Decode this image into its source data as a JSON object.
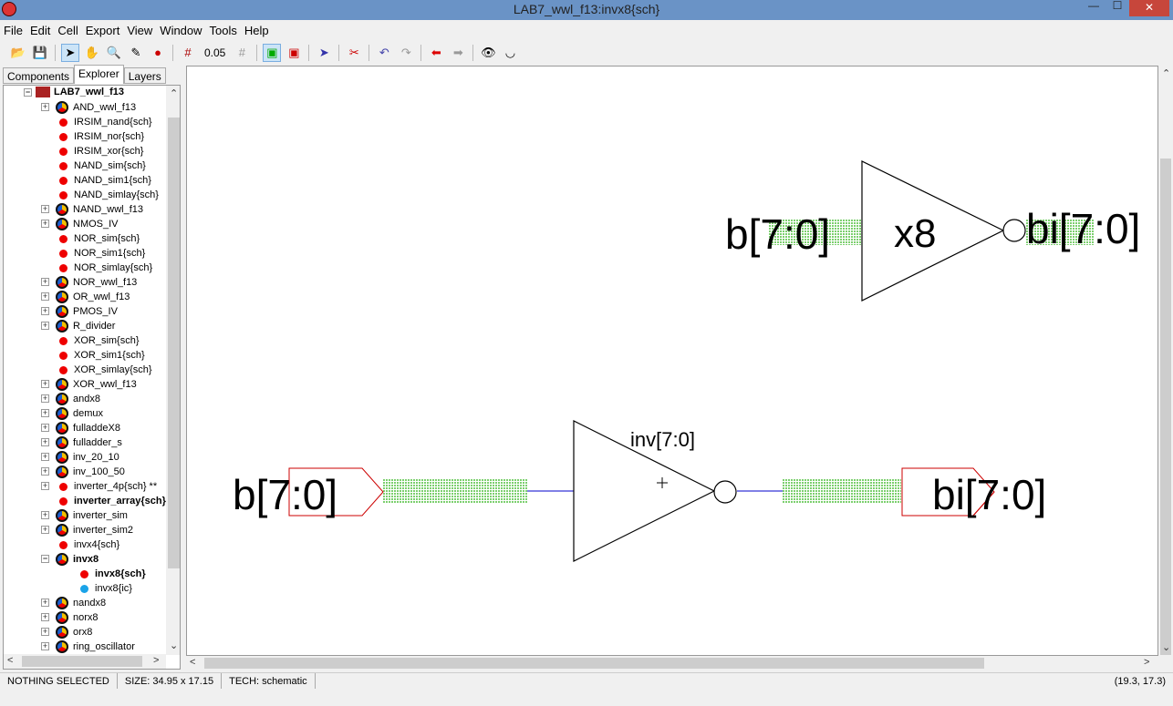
{
  "window": {
    "title": "LAB7_wwl_f13:invx8{sch}",
    "minimize": "—",
    "maximize": "☐",
    "close": "✕"
  },
  "menu": [
    "File",
    "Edit",
    "Cell",
    "Export",
    "View",
    "Window",
    "Tools",
    "Help"
  ],
  "toolbar": {
    "grid_value": "0.05"
  },
  "tabs": [
    "Components",
    "Explorer",
    "Layers"
  ],
  "tree": {
    "root": "LAB7_wwl_f13",
    "items": [
      {
        "label": "AND_wwl_f13",
        "type": "lib",
        "expand": true
      },
      {
        "label": "IRSIM_nand{sch}",
        "type": "sch"
      },
      {
        "label": "IRSIM_nor{sch}",
        "type": "sch"
      },
      {
        "label": "IRSIM_xor{sch}",
        "type": "sch"
      },
      {
        "label": "NAND_sim{sch}",
        "type": "sch"
      },
      {
        "label": "NAND_sim1{sch}",
        "type": "sch"
      },
      {
        "label": "NAND_simlay{sch}",
        "type": "sch"
      },
      {
        "label": "NAND_wwl_f13",
        "type": "lib",
        "expand": true
      },
      {
        "label": "NMOS_IV",
        "type": "lib",
        "expand": true
      },
      {
        "label": "NOR_sim{sch}",
        "type": "sch"
      },
      {
        "label": "NOR_sim1{sch}",
        "type": "sch"
      },
      {
        "label": "NOR_simlay{sch}",
        "type": "sch"
      },
      {
        "label": "NOR_wwl_f13",
        "type": "lib",
        "expand": true
      },
      {
        "label": "OR_wwl_f13",
        "type": "lib",
        "expand": true
      },
      {
        "label": "PMOS_IV",
        "type": "lib",
        "expand": true
      },
      {
        "label": "R_divider",
        "type": "lib",
        "expand": true
      },
      {
        "label": "XOR_sim{sch}",
        "type": "sch"
      },
      {
        "label": "XOR_sim1{sch}",
        "type": "sch"
      },
      {
        "label": "XOR_simlay{sch}",
        "type": "sch"
      },
      {
        "label": "XOR_wwl_f13",
        "type": "lib",
        "expand": true
      },
      {
        "label": "andx8",
        "type": "lib",
        "expand": true
      },
      {
        "label": "demux",
        "type": "lib",
        "expand": true
      },
      {
        "label": "fulladdeX8",
        "type": "lib",
        "expand": true
      },
      {
        "label": "fulladder_s",
        "type": "lib",
        "expand": true
      },
      {
        "label": "inv_20_10",
        "type": "lib",
        "expand": true
      },
      {
        "label": "inv_100_50",
        "type": "lib",
        "expand": true
      },
      {
        "label": "inverter_4p{sch} **",
        "type": "sch",
        "expand": true
      },
      {
        "label": "inverter_array{sch}",
        "type": "sch",
        "bold": true
      },
      {
        "label": "inverter_sim",
        "type": "lib",
        "expand": true
      },
      {
        "label": "inverter_sim2",
        "type": "lib",
        "expand": true
      },
      {
        "label": "invx4{sch}",
        "type": "sch"
      },
      {
        "label": "invx8",
        "type": "lib",
        "expand": true,
        "open": true,
        "bold": true
      },
      {
        "label": "invx8{sch}",
        "type": "sch",
        "child": true,
        "bold": true
      },
      {
        "label": "invx8{ic}",
        "type": "ic",
        "child": true
      },
      {
        "label": "nandx8",
        "type": "lib",
        "expand": true
      },
      {
        "label": "norx8",
        "type": "lib",
        "expand": true
      },
      {
        "label": "orx8",
        "type": "lib",
        "expand": true
      },
      {
        "label": "ring_oscillator",
        "type": "lib",
        "expand": true
      }
    ]
  },
  "schematic": {
    "icon": {
      "in_label": "b[7:0]",
      "out_label": "bi[7:0]",
      "name": "x8"
    },
    "gate": {
      "instance": "inv[7:0]"
    },
    "in_port": "b[7:0]",
    "out_port": "bi[7:0]",
    "colors": {
      "bus": "#7ccf6e",
      "wire": "#0000cc",
      "port": "#cc0000"
    }
  },
  "status": {
    "selection": "NOTHING SELECTED",
    "size": "SIZE: 34.95 x 17.15",
    "tech": "TECH: schematic",
    "coords": "(19.3, 17.3)"
  }
}
